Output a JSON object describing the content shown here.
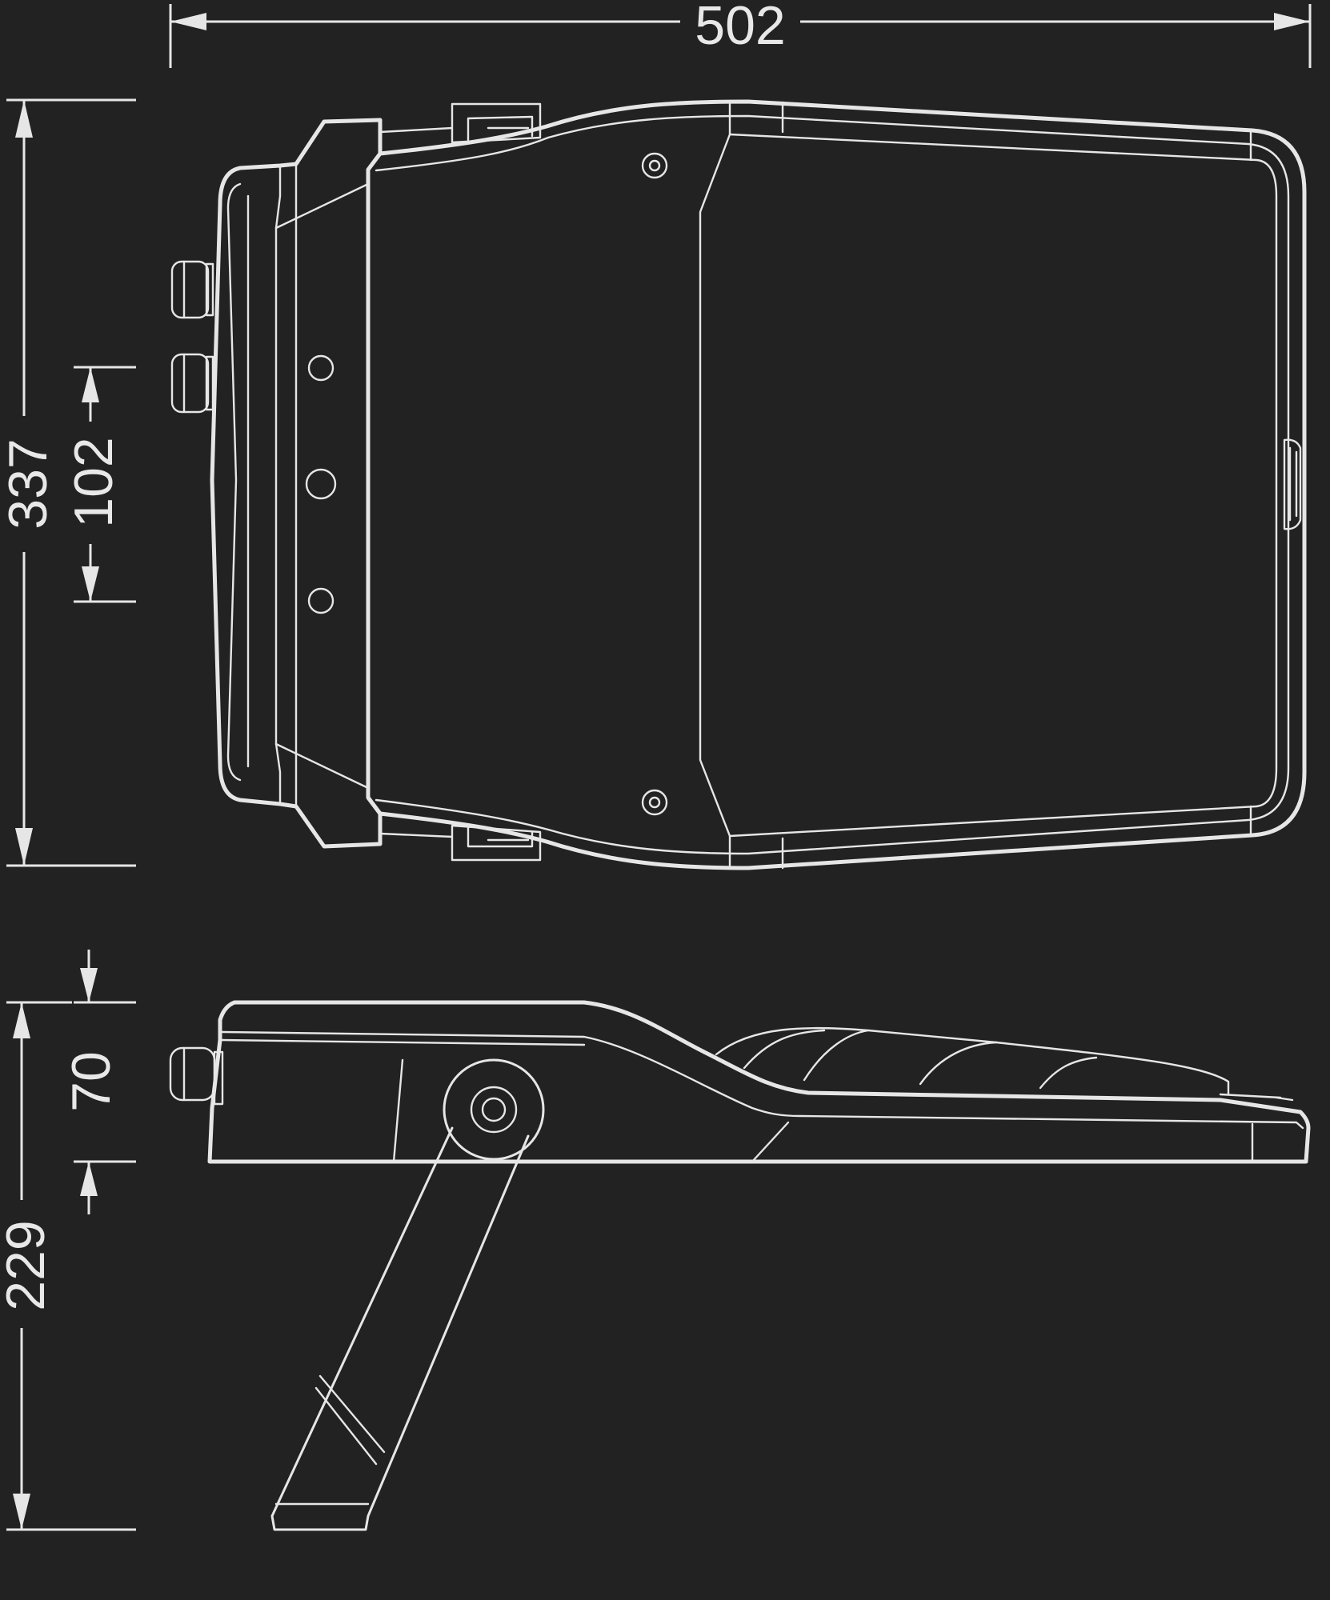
{
  "dimensions": {
    "width": "502",
    "depth": "337",
    "mount_spacing": "102",
    "body_height": "70",
    "total_height": "229"
  },
  "colors": {
    "background": "#222222",
    "line": "#e6e6e6"
  }
}
